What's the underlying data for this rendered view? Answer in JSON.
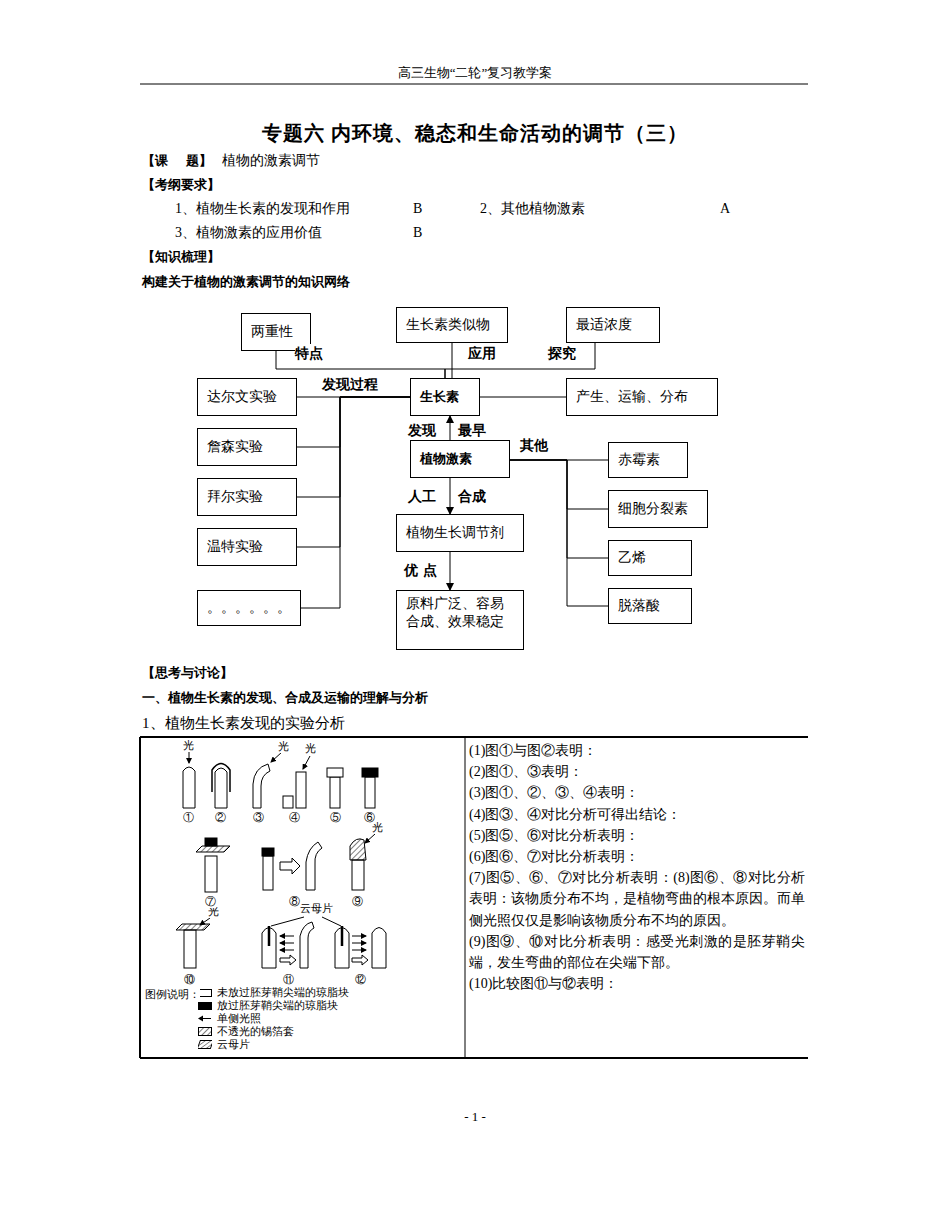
{
  "diagram": {
    "title": "专题六 内环境、稳态和生命活动的调节（三）",
    "nodes": [
      {
        "text": [
          "两重性"
        ]
      },
      {
        "text": [
          "生长素类似物"
        ]
      },
      {
        "text": [
          "最适浓度"
        ]
      },
      {
        "text": [
          "达尔文实验"
        ]
      },
      {
        "text": [
          "生长素"
        ]
      },
      {
        "text": [
          "产生、运输、分布"
        ]
      },
      {
        "text": [
          "詹森实验"
        ]
      },
      {
        "text": [
          "植物激素"
        ]
      },
      {
        "text": [
          "赤霉素"
        ]
      },
      {
        "text": [
          "拜尔实验"
        ]
      },
      {
        "text": [
          "细胞分裂素"
        ]
      },
      {
        "text": [
          "温特实验"
        ]
      },
      {
        "text": [
          "植物生长调节剂"
        ]
      },
      {
        "text": [
          "乙烯"
        ]
      },
      {
        "text": [
          "。。。。。。"
        ]
      },
      {
        "text": [
          "脱落酸"
        ]
      },
      {
        "text": [
          "原料广泛、容易合成、效果稳定"
        ]
      }
    ],
    "edges": [
      {
        "from": 4,
        "to": 0,
        "arrow": "none",
        "label": "特点"
      },
      {
        "from": 4,
        "to": 1,
        "arrow": "none",
        "label": "应用"
      },
      {
        "from": 4,
        "to": 2,
        "arrow": "none",
        "label": "探究"
      },
      {
        "from": 4,
        "to": 3,
        "arrow": "none",
        "label": "发现过程"
      },
      {
        "from": 4,
        "to": 5,
        "arrow": "none"
      },
      {
        "from": 4,
        "to": 6,
        "arrow": "none"
      },
      {
        "from": 4,
        "to": 9,
        "arrow": "none"
      },
      {
        "from": 4,
        "to": 11,
        "arrow": "none"
      },
      {
        "from": 4,
        "to": 14,
        "arrow": "none"
      },
      {
        "from": 7,
        "to": 4,
        "arrow": "to",
        "label": "发现"
      },
      {
        "from": 7,
        "to": 8,
        "arrow": "none",
        "label": "其他"
      },
      {
        "from": 7,
        "to": 10,
        "arrow": "none"
      },
      {
        "from": 7,
        "to": 13,
        "arrow": "none"
      },
      {
        "from": 7,
        "to": 15,
        "arrow": "none"
      },
      {
        "from": 7,
        "to": 12,
        "arrow": "to",
        "label": "人工"
      },
      {
        "from": 12,
        "to": 16,
        "arrow": "to",
        "label": "优 点"
      }
    ],
    "labels": [
      "高三生物“二轮”复习教学案",
      "【课    题】",
      "植物的激素调节",
      "【考纲要求】",
      "1、植物生长素的发现和作用",
      "B",
      "2、其他植物激素",
      "A",
      "3、植物激素的应用价值",
      "B",
      "【知识梳理】",
      "构建关于植物的激素调节的知识网络",
      "最早",
      "合成",
      "【思考与讨论】",
      "一、植物生长素的发现、合成及运输的理解与分析",
      "1、植物生长素发现的实验分析",
      "(1)图①与图②表明：",
      "(2)图①、③表明：",
      "(3)图①、②、③、④表明：",
      "(4)图③、④对比分析可得出结论：",
      "(5)图⑤、⑥对比分析表明：",
      "(6)图⑥、⑦对比分析表明：",
      "(7)图⑤、⑥、⑦对比分析表明：",
      "(8)图⑥、⑧对比分析表明：该物质分布不均，是植物弯曲的根本原因。而单侧光照仅仅是影响该物质分布不均的原因。",
      "(9)图⑨、⑩对比分析表明：感受光刺激的是胚芽鞘尖端，发生弯曲的部位在尖端下部。",
      "(10)比较图⑪与⑫表明：",
      "光",
      "光",
      "光",
      "光",
      "光",
      "①",
      "②",
      "③",
      "④",
      "⑤",
      "⑥",
      "⑦",
      "⑧",
      "⑨",
      "⑩",
      "⑪",
      "⑫",
      "云母片",
      "图例说明：",
      "- 1 -"
    ],
    "legend": [
      {
        "text": "未放过胚芽鞘尖端的琼脂块",
        "color": "#ffffff"
      },
      {
        "text": "放过胚芽鞘尖端的琼脂块",
        "color": "#000000"
      },
      {
        "text": "单侧光照"
      },
      {
        "text": "不透光的锡箔套"
      },
      {
        "text": "云母片"
      }
    ]
  }
}
